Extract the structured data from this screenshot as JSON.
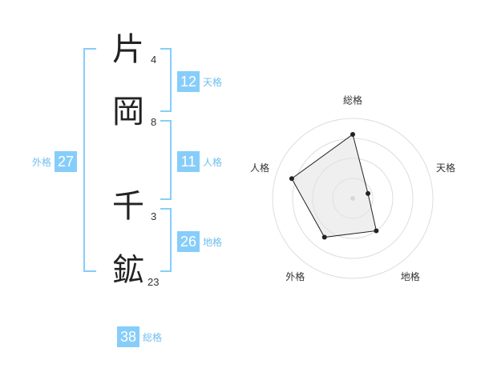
{
  "name": {
    "characters": [
      {
        "kanji": "片",
        "strokes": "4"
      },
      {
        "kanji": "岡",
        "strokes": "8"
      },
      {
        "kanji": "千",
        "strokes": "3"
      },
      {
        "kanji": "鉱",
        "strokes": "23"
      }
    ]
  },
  "fortune": {
    "tenkaku": {
      "value": "12",
      "label": "天格"
    },
    "jinkaku": {
      "value": "11",
      "label": "人格"
    },
    "chikaku": {
      "value": "26",
      "label": "地格"
    },
    "gaikaku": {
      "value": "27",
      "label": "外格"
    },
    "soukaku": {
      "value": "38",
      "label": "総格"
    }
  },
  "colors": {
    "accent": "#87cdfa",
    "accent_text": "#6fbfee",
    "text": "#222222"
  },
  "chart_data": {
    "type": "radar",
    "axes": [
      "総格",
      "天格",
      "地格",
      "外格",
      "人格"
    ],
    "values": [
      0.8,
      0.2,
      0.5,
      0.6,
      0.8
    ],
    "max": 1,
    "rings": 4
  }
}
